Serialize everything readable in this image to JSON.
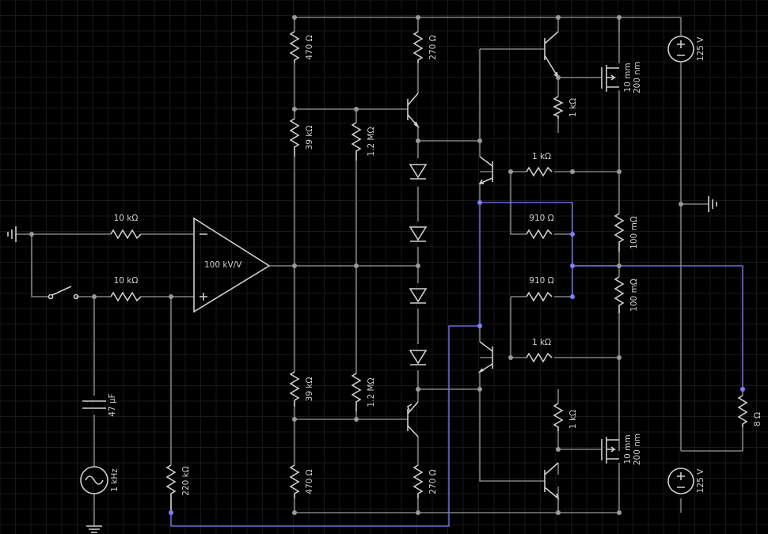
{
  "schematic": {
    "colors": {
      "background": "#000000",
      "wire": "#9a9a9a",
      "component": "#cfcfcf",
      "selected": "#8080ff"
    },
    "labels": {
      "r_in_top": "10 kΩ",
      "r_in_bot": "10 kΩ",
      "opamp_gain": "100 kV/V",
      "cap": "47 µF",
      "source": "1 kHz",
      "r_220k": "220 kΩ",
      "r_470_top": "470 Ω",
      "r_39k_top": "39 kΩ",
      "r_12m_top": "1.2 MΩ",
      "r_39k_bot": "39 kΩ",
      "r_12m_bot": "1.2 MΩ",
      "r_470_bot": "470 Ω",
      "r_270_top": "270 Ω",
      "r_270_bot": "270 Ω",
      "r_1k_top_v": "1 kΩ",
      "r_1k_top_h": "1 kΩ",
      "r_910_top": "910 Ω",
      "r_910_bot": "910 Ω",
      "r_1k_bot_h": "1 kΩ",
      "r_1k_bot_v": "1 kΩ",
      "r_100m_top": "100 mΩ",
      "r_100m_bot": "100 mΩ",
      "r_load": "8 Ω",
      "mos_top_l1": "10 mm",
      "mos_top_l2": "200 nm",
      "mos_bot_l1": "10 mm",
      "mos_bot_l2": "200 nm",
      "v_top": "125 V",
      "v_bot": "125 V"
    }
  }
}
